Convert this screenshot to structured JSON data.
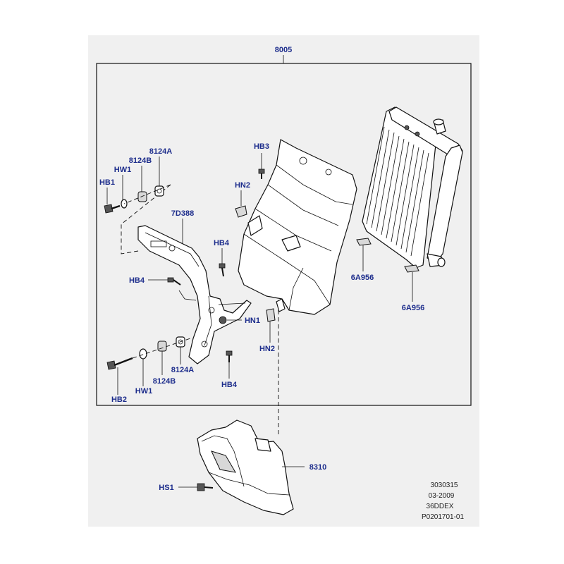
{
  "diagram": {
    "background_color": "#f0f0f0",
    "label_color": "#1d2d8c",
    "callouts": {
      "assembly": "8005",
      "hb1": "HB1",
      "hw1_top": "HW1",
      "p8124b_top": "8124B",
      "p8124a_top": "8124A",
      "p7d388": "7D388",
      "hb3": "HB3",
      "hn2_top": "HN2",
      "hb4_upper": "HB4",
      "hb4_left": "HB4",
      "hn1": "HN1",
      "hn2_lower": "HN2",
      "hb4_lower": "HB4",
      "p6a956_upper": "6A956",
      "p6a956_lower": "6A956",
      "hb2": "HB2",
      "hw1_bottom": "HW1",
      "p8124b_bottom": "8124B",
      "p8124a_bottom": "8124A",
      "p8310": "8310",
      "hs1": "HS1"
    },
    "reference_block": {
      "line1": "3030315",
      "line2": "03-2009",
      "line3": "36DDEX",
      "line4": "P0201701-01"
    }
  }
}
